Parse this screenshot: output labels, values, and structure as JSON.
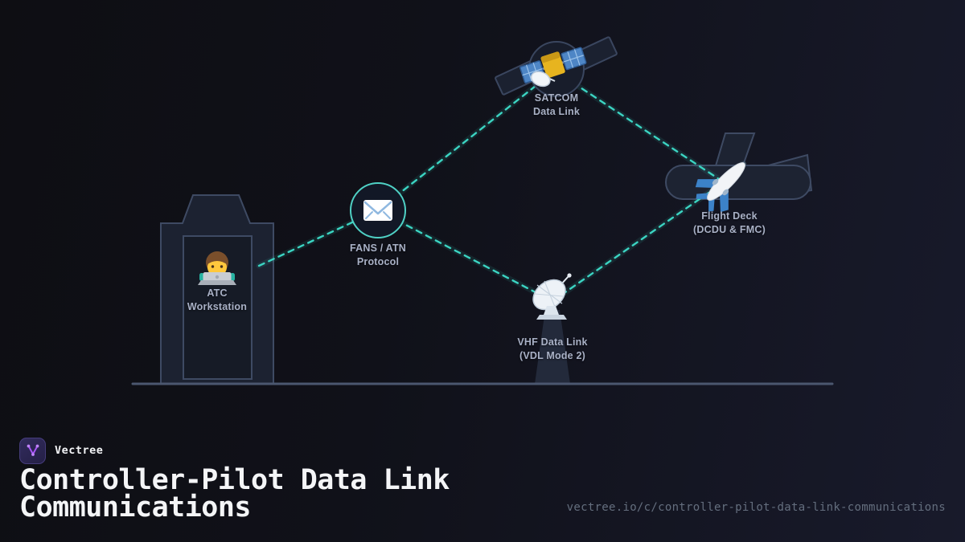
{
  "brand": {
    "name": "Vectree"
  },
  "footer": {
    "title": "Controller-Pilot Data Link Communications",
    "url": "vectree.io/c/controller-pilot-data-link-communications"
  },
  "diagram": {
    "nodes": {
      "atc": {
        "line1": "ATC",
        "line2": "Workstation",
        "icon": "technologist-icon"
      },
      "fans": {
        "line1": "FANS / ATN",
        "line2": "Protocol",
        "icon": "envelope-icon"
      },
      "satcom": {
        "line1": "SATCOM",
        "line2": "Data Link",
        "icon": "satellite-icon"
      },
      "vhf": {
        "line1": "VHF Data Link",
        "line2": "(VDL Mode 2)",
        "icon": "satellite-dish-icon"
      },
      "flight_deck": {
        "line1": "Flight Deck",
        "line2": "(DCDU & FMC)",
        "icon": "airplane-icon"
      }
    },
    "links": [
      {
        "from": "atc",
        "to": "fans"
      },
      {
        "from": "fans",
        "to": "satcom"
      },
      {
        "from": "satcom",
        "to": "flight_deck"
      },
      {
        "from": "fans",
        "to": "vhf"
      },
      {
        "from": "vhf",
        "to": "flight_deck"
      }
    ],
    "colors": {
      "link_accent": "#3bd4c2",
      "node_ring": "#4fd1c5",
      "label_text": "#a9b1c6",
      "silhouette_stroke": "#3d4961",
      "ground_line": "#4b576f",
      "brand_purple": "#a855f7"
    }
  }
}
